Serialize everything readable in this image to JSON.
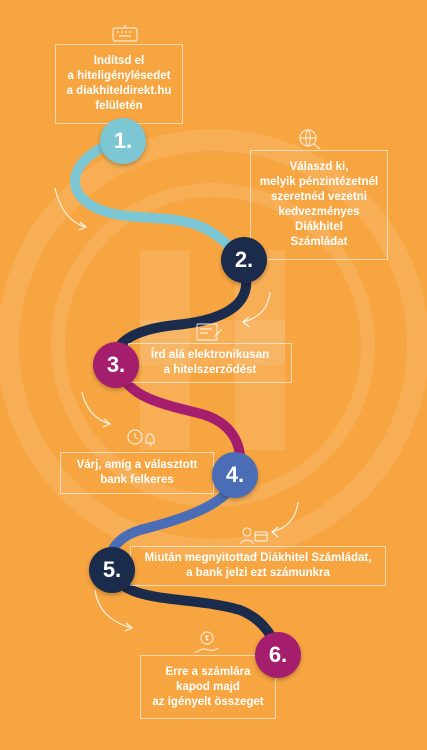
{
  "steps": [
    {
      "number": "1.",
      "text": "Indítsd el\na hiteligénylésedet\na diakhiteldirekt.hu\nfelületén",
      "color": "#7DC7D4",
      "icon": "keyboard-icon"
    },
    {
      "number": "2.",
      "text": "Válaszd ki,\nmelyik pénzintézetnél\nszeretnéd vezetni\nkedvezményes\nDiákhitel\nSzámládat",
      "color": "#1B2B4B",
      "icon": "globe-search-icon"
    },
    {
      "number": "3.",
      "text": "Írd alá elektronikusan\na hitelszerződést",
      "color": "#A51E6E",
      "icon": "contract-signature-icon"
    },
    {
      "number": "4.",
      "text": "Várj, amíg a választott\nbank felkeres",
      "color": "#4A6DB5",
      "icon": "clock-bell-icon"
    },
    {
      "number": "5.",
      "text": "Miután megnyitottad Diákhitel Számládat,\na bank jelzi ezt számunkra",
      "color": "#1B2B4B",
      "icon": "account-card-icon"
    },
    {
      "number": "6.",
      "text": "Erre a számlára\nkapod majd\naz igényelt összeget",
      "color": "#A51E6E",
      "icon": "money-hand-icon"
    }
  ]
}
